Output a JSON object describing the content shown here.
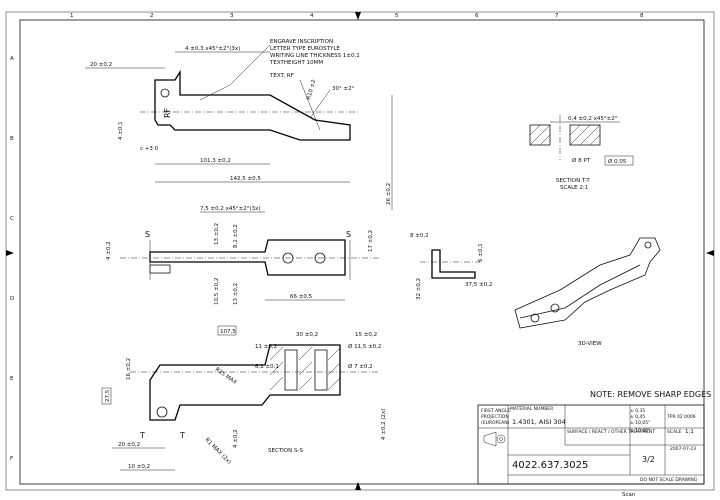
{
  "grid": {
    "top": [
      "1",
      "2",
      "3",
      "4",
      "5",
      "6",
      "7",
      "8"
    ],
    "side": [
      "A",
      "B",
      "C",
      "D",
      "E",
      "F"
    ]
  },
  "view_top": {
    "notes": [
      "ENGRAVE INSCRIPTION",
      "LETTER TYPE EUROSTYLE",
      "WRITING LINE THICKNESS 1±0,1",
      "TEXTHEIGHT 10MM"
    ],
    "text_note": "TEXT: RF",
    "dims": {
      "chamfer": "4 ±0,3 x45°±2°(3x)",
      "d20": "20 ±0,2",
      "angle30": "30° ±2°",
      "r": "R10 ±2",
      "d4": "4 ±0,1",
      "c": "c +3 0",
      "d101": "101,3 ±0,2",
      "d142": "142,5 ±0,5",
      "d26": "26 ±0,2"
    }
  },
  "section_tt": {
    "dim_top": "0,4 ±0,2 x45°±2°",
    "phi8": "Ø 8 PT",
    "tol": "Ø 0.05",
    "title": "SECTION T-T",
    "scale": "SCALE 2:1"
  },
  "view_mid": {
    "chamfer": "7,5 ±0,2 x45°±2°(3x)",
    "s_left": "S",
    "s_right": "S",
    "d13a": "13 ±0,2",
    "d81": "8,1 ±0,2",
    "d17": "17 ±0,2",
    "d4": "4 ±0,2",
    "d105": "10,5 ±0,2",
    "d13b": "13 ±0,2",
    "d66": "66 ±0,5"
  },
  "view_side": {
    "d8": "8 ±0,2",
    "d6": "6 ±0,1",
    "d32": "32 ±0,2",
    "d37": "37,5 ±0,2"
  },
  "view_3d": {
    "label": "3D-VIEW"
  },
  "section_ss": {
    "box_dim": "107,5",
    "d30": "30 ±0,2",
    "d15": "15 ±0,2",
    "d11": "11 ±0,2",
    "phi115": "Ø 11,5 ±0,2",
    "d61": "6,1 ±0,1",
    "phi7": "Ø 7 ±0,2",
    "d16": "16 ±0,2",
    "box27": "27,5",
    "r15": "R15 MAX",
    "r1": "R1 MAX (2x)",
    "d4a": "4 ±0,2 (2x)",
    "d20": "20 ±0,2",
    "d10": "10 ±0,2",
    "d4b": "4 ±0,2",
    "t_left": "T",
    "t_right": "T",
    "title": "SECTION S-S"
  },
  "note": "NOTE: REMOVE SHARP EDGES",
  "title_block": {
    "projection": [
      "FIRST ANGLE",
      "PROJECTION",
      "(EUROPEAN)"
    ],
    "material_label": "MATERIAL NUMBER",
    "material": "1.4301, AISI 304",
    "surface": "SURFACE / REACT / OTHER TREATMENT",
    "scale_label": "SCALE",
    "scale": "1:1",
    "std": "TPR 02 0006",
    "part_no": "4022.637.3025",
    "sheet": "3/2",
    "date": "2007-07-23",
    "footer": "DO NOT SCALE DRAWING",
    "tol1": "± 0,35",
    "tol2": "± 0,45",
    "tol3": "± 10,05°",
    "tol4": "± 10,05°"
  },
  "bottom_label": "Scan"
}
